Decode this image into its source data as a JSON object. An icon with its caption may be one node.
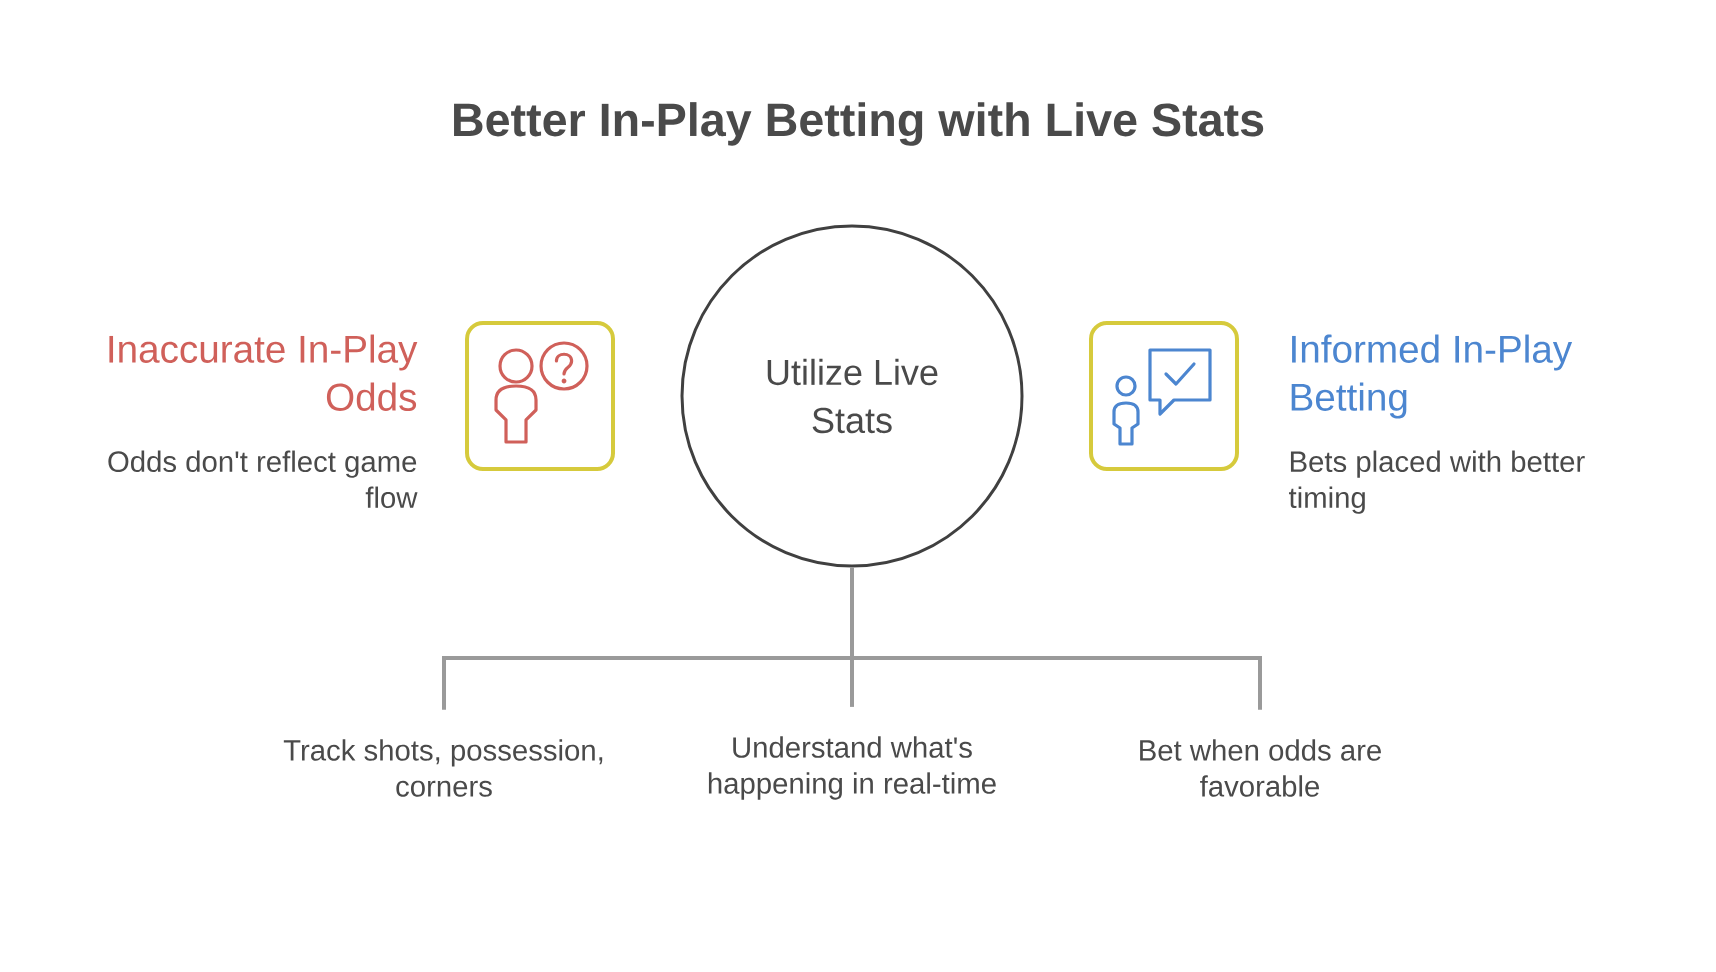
{
  "diagram": {
    "title": "Better In-Play Betting with Live Stats",
    "nodes": [
      {
        "text": [],
        "shape": "box",
        "beside": [
          "Inaccurate In-Play Odds",
          "Odds don't reflect game flow"
        ]
      },
      {
        "text": [
          "Utilize Live Stats"
        ]
      },
      {
        "text": [],
        "shape": "box",
        "beside": [
          "Informed In-Play Betting",
          "Bets placed with better timing"
        ]
      },
      {
        "text": [
          "Track shots, possession, corners"
        ]
      },
      {
        "text": [
          "Understand what's happening in real-time"
        ]
      },
      {
        "text": [
          "Bet when odds are favorable"
        ]
      }
    ],
    "edges": [
      {
        "from": 1,
        "to": 3,
        "arrow": "none"
      },
      {
        "from": 1,
        "to": 4,
        "arrow": "none"
      },
      {
        "from": 1,
        "to": 5,
        "arrow": "none"
      }
    ]
  }
}
